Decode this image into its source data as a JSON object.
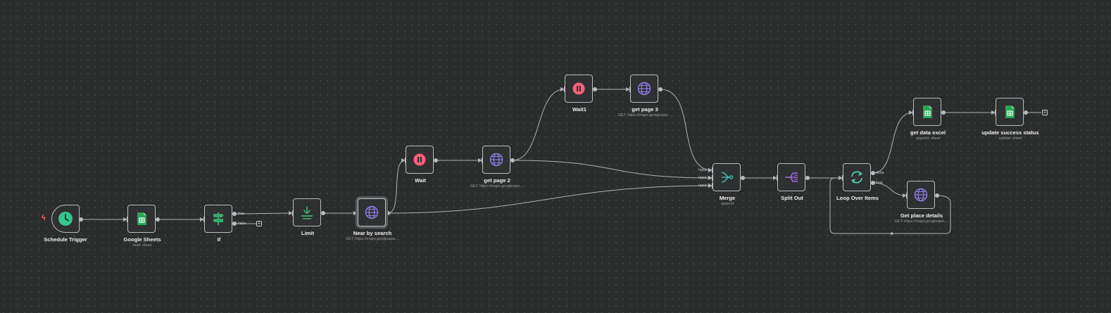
{
  "colors": {
    "canvas": "#2b2c2c",
    "node_bg": "#2f3031",
    "node_border": "#b9bcbf",
    "edge": "#b0b2b5",
    "clock_green": "#35c58f",
    "sheets_green": "#27a555",
    "if_green": "#3aa76d",
    "wait_pink": "#ff5f7e",
    "http_purple": "#8b7be3",
    "merge_teal": "#40b5ad",
    "splitout_purple": "#9f6be6",
    "loop_teal": "#4fd1a8",
    "trigger_bolt": "#ff6d5a"
  },
  "nodes": [
    {
      "id": "schedule",
      "name": "Schedule Trigger",
      "subtitle": "",
      "icon": "clock-icon"
    },
    {
      "id": "sheets",
      "name": "Google Sheets",
      "subtitle": "read: sheet",
      "icon": "google-sheets-icon"
    },
    {
      "id": "if",
      "name": "If",
      "subtitle": "",
      "icon": "signpost-icon"
    },
    {
      "id": "limit",
      "name": "Limit",
      "subtitle": "",
      "icon": "limit-icon"
    },
    {
      "id": "nearby",
      "name": "Near by search",
      "subtitle": "GET: https://maps.googleapis....",
      "icon": "globe-icon"
    },
    {
      "id": "wait",
      "name": "Wait",
      "subtitle": "",
      "icon": "pause-icon"
    },
    {
      "id": "page2",
      "name": "get page 2",
      "subtitle": "GET: https://maps.googleapis....",
      "icon": "globe-icon"
    },
    {
      "id": "wait1",
      "name": "Wait1",
      "subtitle": "",
      "icon": "pause-icon"
    },
    {
      "id": "page3",
      "name": "get page 3",
      "subtitle": "GET: https://maps.googleapis....",
      "icon": "globe-icon"
    },
    {
      "id": "merge",
      "name": "Merge",
      "subtitle": "append",
      "icon": "merge-icon"
    },
    {
      "id": "splitout",
      "name": "Split Out",
      "subtitle": "",
      "icon": "split-out-icon"
    },
    {
      "id": "loop",
      "name": "Loop Over Items",
      "subtitle": "",
      "icon": "loop-icon"
    },
    {
      "id": "excel",
      "name": "get data excel",
      "subtitle": "append: sheet",
      "icon": "google-sheets-icon"
    },
    {
      "id": "status",
      "name": "update success status",
      "subtitle": "update: sheet",
      "icon": "google-sheets-icon"
    },
    {
      "id": "details",
      "name": "Get place details",
      "subtitle": "GET: https://maps.googleapis....",
      "icon": "globe-icon"
    }
  ],
  "ports": {
    "if_true": "true",
    "if_false": "false",
    "merge_input1": "Input 1",
    "merge_input2": "Input 2",
    "merge_input3": "Input 3",
    "loop_done": "done",
    "loop_loop": "loop"
  },
  "connections": [
    [
      "schedule",
      "sheets"
    ],
    [
      "sheets",
      "if"
    ],
    [
      "if",
      "limit"
    ],
    [
      "limit",
      "nearby"
    ],
    [
      "nearby",
      "wait"
    ],
    [
      "nearby",
      "merge"
    ],
    [
      "wait",
      "page2"
    ],
    [
      "page2",
      "wait1"
    ],
    [
      "page2",
      "merge"
    ],
    [
      "wait1",
      "page3"
    ],
    [
      "page3",
      "merge"
    ],
    [
      "merge",
      "splitout"
    ],
    [
      "splitout",
      "loop"
    ],
    [
      "loop",
      "excel"
    ],
    [
      "loop",
      "details"
    ],
    [
      "excel",
      "status"
    ],
    [
      "details",
      "loop"
    ]
  ]
}
